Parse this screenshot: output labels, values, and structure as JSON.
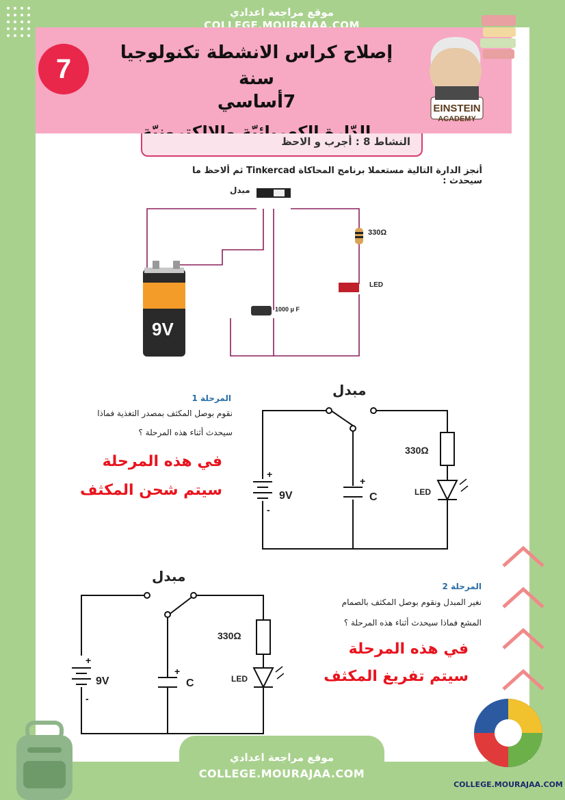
{
  "site": {
    "name_ar": "موقع مراجعة اعدادي",
    "url": "COLLEGE.MOURAJAA.COM"
  },
  "header": {
    "grade_badge": "7",
    "title_line1": "إصلاح كراس الانشطة تكنولوجيا سنة",
    "title_line2": "7أساسي",
    "subtitle": "الدّارة الكهربائيّة والإلكترونيّة",
    "logo_word1": "EINSTEIN",
    "logo_word2": "ACADEMY"
  },
  "activity": {
    "title": "النشاط 8 : أجرب و الاحظ",
    "instruction": "أنجز الدارة التالية مستعملا برنامج المحاكاة Tinkercad ثم ألاحظ ما سيحدث :"
  },
  "sim_circuit": {
    "switch_label": "مبدل",
    "resistor_label": "330Ω",
    "led_label": "LED",
    "capacitor_label": "1000 μ F",
    "battery_label": "9V"
  },
  "stage1": {
    "title": "المرحلة 1",
    "question_line1": "نقوم بوصل المكثف بمصدر التغذية فماذا",
    "question_line2": "سيحدث أثناء هذه المرحلة ؟",
    "answer_line1": "في هذه المرحلة",
    "answer_line2": "سيتم شحن المكثف",
    "switch_label": "مبدل",
    "resistor_label": "330Ω",
    "battery_label": "9V",
    "capacitor_label": "C",
    "led_label": "LED"
  },
  "stage2": {
    "title": "المرحلة 2",
    "question_line1": "نغير المبدل ونقوم بوصل المكثف بالصمام",
    "question_line2": "المشع فماذا سيحدث أثناء هذه المرحلة ؟",
    "answer_line1": "في هذه المرحلة",
    "answer_line2": "سيتم تفريغ المكثف",
    "switch_label": "مبدل",
    "resistor_label": "330Ω",
    "battery_label": "9V",
    "capacitor_label": "C",
    "led_label": "LED"
  },
  "footer": {
    "name_ar": "موقع مراجعة اعدادي",
    "url": "COLLEGE.MOURAJAA.COM",
    "corner_url": "COLLEGE.MOURAJAA.COM"
  },
  "colors": {
    "frame": "#a9d18e",
    "header_bg": "#f7a8c3",
    "badge": "#e8274b",
    "answer": "#e8141e",
    "stage_title": "#2a6ea8"
  }
}
